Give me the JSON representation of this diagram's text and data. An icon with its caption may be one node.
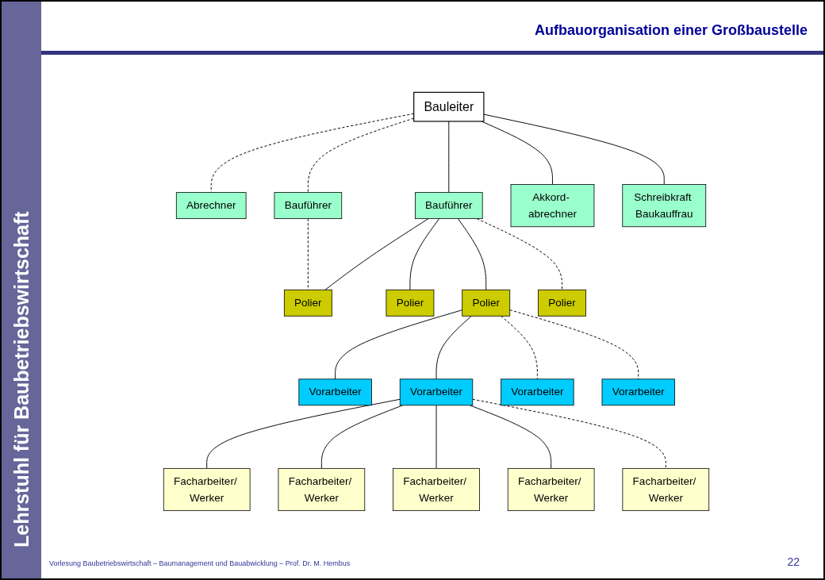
{
  "diagram": {
    "title": "Aufbauorganisation einer Großbaustelle",
    "nodes": [
      {
        "text": [
          "Bauleiter"
        ]
      },
      {
        "text": [
          "Abrechner"
        ]
      },
      {
        "text": [
          "Bauführer"
        ]
      },
      {
        "text": [
          "Bauführer"
        ]
      },
      {
        "text": [
          "Akkord- abrechner"
        ]
      },
      {
        "text": [
          "Schreibkraft Baukauffrau"
        ]
      },
      {
        "text": [
          "Polier"
        ]
      },
      {
        "text": [
          "Polier"
        ]
      },
      {
        "text": [
          "Polier"
        ]
      },
      {
        "text": [
          "Polier"
        ]
      },
      {
        "text": [
          "Vorarbeiter"
        ]
      },
      {
        "text": [
          "Vorarbeiter"
        ]
      },
      {
        "text": [
          "Vorarbeiter"
        ]
      },
      {
        "text": [
          "Vorarbeiter"
        ]
      },
      {
        "text": [
          "Facharbeiter/ Werker"
        ]
      },
      {
        "text": [
          "Facharbeiter/ Werker"
        ]
      },
      {
        "text": [
          "Facharbeiter/ Werker"
        ]
      },
      {
        "text": [
          "Facharbeiter/ Werker"
        ]
      },
      {
        "text": [
          "Facharbeiter/ Werker"
        ]
      }
    ],
    "edges": [
      {
        "from": 0,
        "to": 1,
        "arrow": "none",
        "style": "dashed"
      },
      {
        "from": 0,
        "to": 2,
        "arrow": "none",
        "style": "dashed"
      },
      {
        "from": 0,
        "to": 3,
        "arrow": "none"
      },
      {
        "from": 0,
        "to": 4,
        "arrow": "none"
      },
      {
        "from": 0,
        "to": 5,
        "arrow": "none"
      },
      {
        "from": 2,
        "to": 6,
        "arrow": "none",
        "style": "dashed"
      },
      {
        "from": 3,
        "to": 6,
        "arrow": "none"
      },
      {
        "from": 3,
        "to": 7,
        "arrow": "none"
      },
      {
        "from": 3,
        "to": 8,
        "arrow": "none"
      },
      {
        "from": 3,
        "to": 9,
        "arrow": "none",
        "style": "dashed"
      },
      {
        "from": 8,
        "to": 10,
        "arrow": "none"
      },
      {
        "from": 8,
        "to": 11,
        "arrow": "none"
      },
      {
        "from": 8,
        "to": 12,
        "arrow": "none",
        "style": "dashed"
      },
      {
        "from": 8,
        "to": 13,
        "arrow": "none",
        "style": "dashed"
      },
      {
        "from": 11,
        "to": 14,
        "arrow": "none"
      },
      {
        "from": 11,
        "to": 15,
        "arrow": "none"
      },
      {
        "from": 11,
        "to": 16,
        "arrow": "none"
      },
      {
        "from": 11,
        "to": 17,
        "arrow": "none"
      },
      {
        "from": 11,
        "to": 18,
        "arrow": "none",
        "style": "dashed"
      }
    ],
    "labels": [
      "Lehrstuhl für Baubetriebswirtschaft",
      "Vorlesung Baubetriebswirtschaft – Baumanagement und Bauabwicklung – Prof. Dr. M. Hembus",
      "22"
    ]
  }
}
